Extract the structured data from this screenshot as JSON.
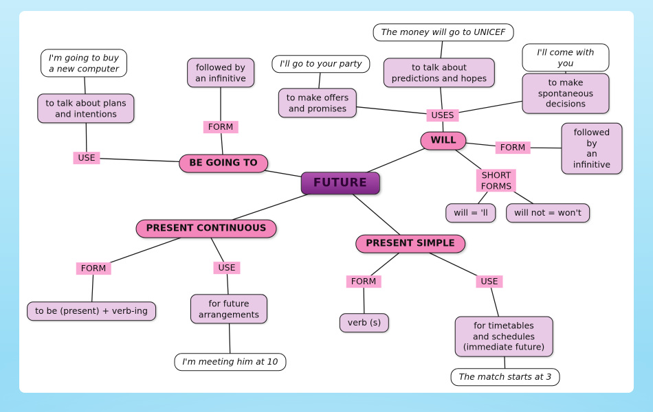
{
  "center": {
    "label": "FUTURE"
  },
  "branches": {
    "be_going_to": {
      "label": "BE GOING TO",
      "form_label": "FORM",
      "form_desc": "followed by\nan infinitive",
      "use_label": "USE",
      "use_desc": "to talk about plans\nand intentions",
      "use_example": "I'm going to buy\na new computer"
    },
    "will": {
      "label": "WILL",
      "uses_label": "USES",
      "offers_desc": "to make offers\nand promises",
      "offers_example": "I'll go to your party",
      "predictions_desc": "to talk about\npredictions and hopes",
      "predictions_example": "The money will go to UNICEF",
      "decisions_desc": "to make spontaneous\ndecisions",
      "decisions_example": "I'll come with you",
      "form_label": "FORM",
      "form_desc": "followed by\nan infinitive",
      "short_forms_label": "SHORT\nFORMS",
      "short_ll": "will = 'll",
      "short_wont": "will not = won't"
    },
    "present_continuous": {
      "label": "PRESENT CONTINUOUS",
      "form_label": "FORM",
      "form_desc": "to be (present) + verb-ing",
      "use_label": "USE",
      "use_desc": "for future\narrangements",
      "use_example": "I'm meeting him at 10"
    },
    "present_simple": {
      "label": "PRESENT SIMPLE",
      "form_label": "FORM",
      "form_desc": "verb (s)",
      "use_label": "USE",
      "use_desc": "for timetables\nand schedules\n(immediate future)",
      "use_example": "The match starts at 3"
    }
  }
}
